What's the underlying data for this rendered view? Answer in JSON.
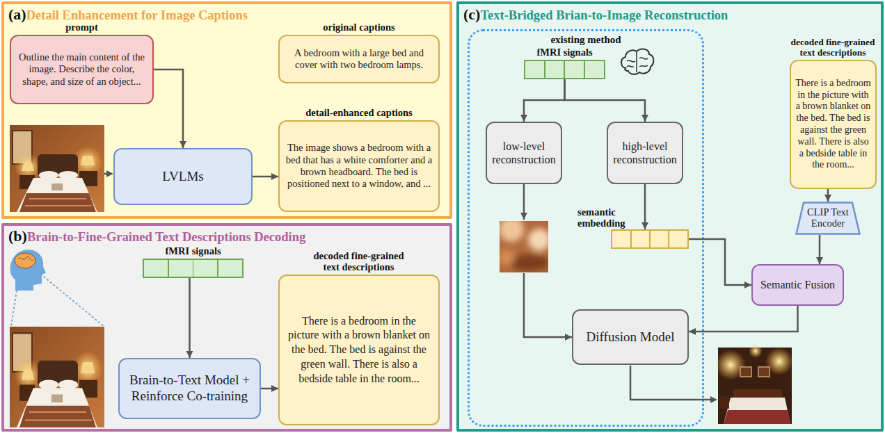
{
  "diagram": {
    "nodes": [
      {
        "text": [
          "(a)",
          "Detail Enhancement for Image Captions"
        ]
      },
      {
        "text": [
          "prompt",
          "Outline the main content of the image. Describe the color, shape, and size of an object..."
        ],
        "in": 0
      },
      {
        "text": [
          "original captions",
          "A bedroom with a large bed and cover with two bedroom lamps."
        ],
        "in": 0
      },
      {
        "text": [
          "LVLMs"
        ],
        "in": 0
      },
      {
        "text": [
          "detail-enhanced captions",
          "The image shows a bedroom with a bed that has a white comforter and a brown headboard. The bed is positioned next to a window, and ..."
        ],
        "in": 0
      },
      {
        "text": [
          "(b)",
          "Brain-to-Fine-Grained Text Descriptions Decoding"
        ]
      },
      {
        "text": [
          "fMRI signals"
        ],
        "in": 5
      },
      {
        "text": [
          "Brain-to-Text Model + Reinforce Co-training"
        ],
        "in": 5
      },
      {
        "text": [
          "decoded fine-grained text descriptions",
          "There is a bedroom in the picture with a brown blanket on the bed. The bed is against the green wall. There is also a bedside table in the room..."
        ],
        "in": 5
      },
      {
        "text": [
          "(c)",
          "Text-Bridged Brian-to-Image Reconstruction"
        ]
      },
      {
        "text": [
          "existing method"
        ],
        "in": 9
      },
      {
        "text": [
          "fMRI signals"
        ],
        "in": 10
      },
      {
        "text": [
          "low-level reconstruction"
        ],
        "in": 10
      },
      {
        "text": [
          "high-level reconstruction"
        ],
        "in": 10
      },
      {
        "text": [
          "semantic embedding"
        ],
        "in": 10
      },
      {
        "text": [
          "Diffusion Model"
        ],
        "in": 10
      },
      {
        "text": [
          "decoded fine-grained text descriptions",
          "There is a bedroom in the picture with a brown blanket on the bed. The bed is against the green wall. There is also a bedside table in the room..."
        ],
        "in": 9
      },
      {
        "text": [
          "CLIP Text Encoder"
        ],
        "in": 9
      },
      {
        "text": [
          "Semantic Fusion"
        ],
        "in": 9
      }
    ],
    "edges": [
      {
        "from": 1,
        "to": 3,
        "arrow": "to"
      },
      {
        "from": 3,
        "to": 4,
        "arrow": "to"
      },
      {
        "from": 6,
        "to": 7,
        "arrow": "to"
      },
      {
        "from": 7,
        "to": 8,
        "arrow": "to"
      },
      {
        "from": 11,
        "to": 12,
        "arrow": "to"
      },
      {
        "from": 11,
        "to": 13,
        "arrow": "to"
      },
      {
        "from": 12,
        "to": 15,
        "arrow": "to"
      },
      {
        "from": 13,
        "to": 14,
        "arrow": "to"
      },
      {
        "from": 14,
        "to": 18,
        "arrow": "to"
      },
      {
        "from": 16,
        "to": 17,
        "arrow": "to"
      },
      {
        "from": 17,
        "to": 18,
        "arrow": "to"
      },
      {
        "from": 18,
        "to": 15,
        "arrow": "to"
      }
    ]
  }
}
